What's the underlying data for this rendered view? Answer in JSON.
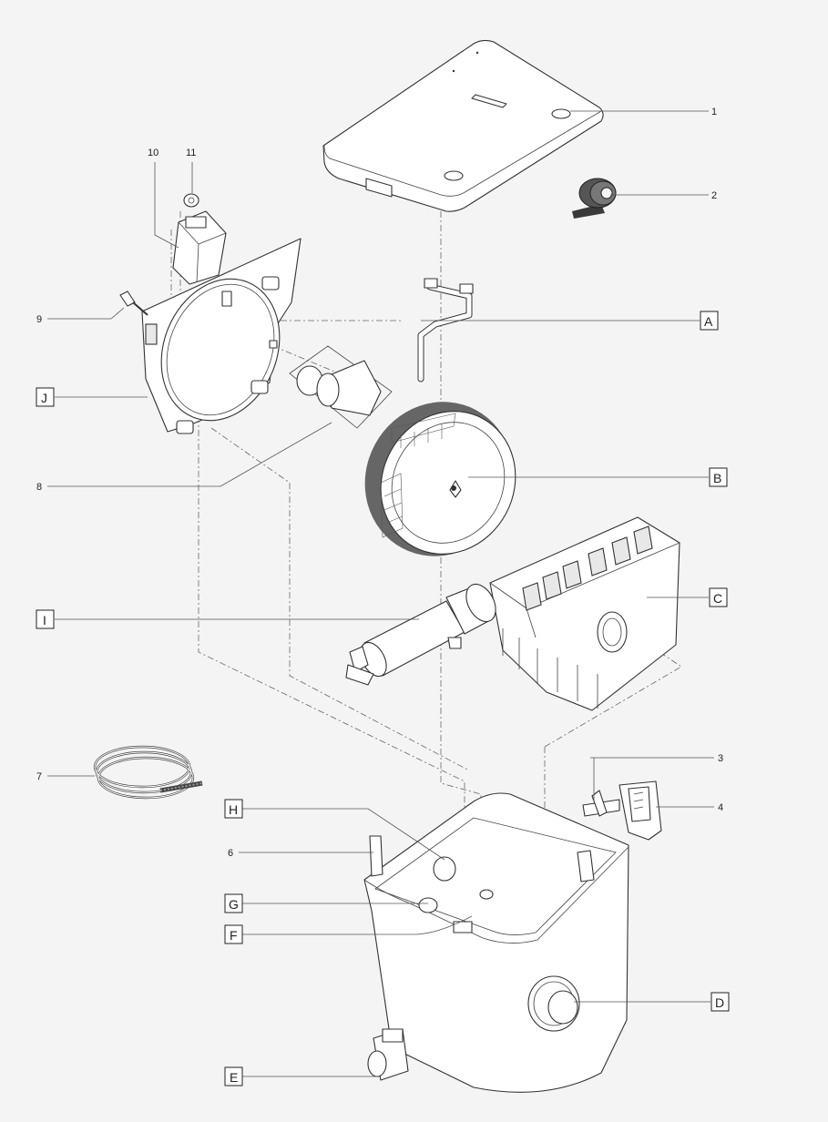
{
  "number_callouts": [
    {
      "id": "1",
      "label": "1"
    },
    {
      "id": "2",
      "label": "2"
    },
    {
      "id": "3",
      "label": "3"
    },
    {
      "id": "4",
      "label": "4"
    },
    {
      "id": "6",
      "label": "6"
    },
    {
      "id": "7",
      "label": "7"
    },
    {
      "id": "8",
      "label": "8"
    },
    {
      "id": "9",
      "label": "9"
    },
    {
      "id": "10",
      "label": "10"
    },
    {
      "id": "11",
      "label": "11"
    }
  ],
  "letter_callouts": [
    {
      "id": "A",
      "label": "A"
    },
    {
      "id": "B",
      "label": "B"
    },
    {
      "id": "C",
      "label": "C"
    },
    {
      "id": "D",
      "label": "D"
    },
    {
      "id": "E",
      "label": "E"
    },
    {
      "id": "F",
      "label": "F"
    },
    {
      "id": "G",
      "label": "G"
    },
    {
      "id": "H",
      "label": "H"
    },
    {
      "id": "I",
      "label": "I"
    },
    {
      "id": "J",
      "label": "J"
    }
  ]
}
